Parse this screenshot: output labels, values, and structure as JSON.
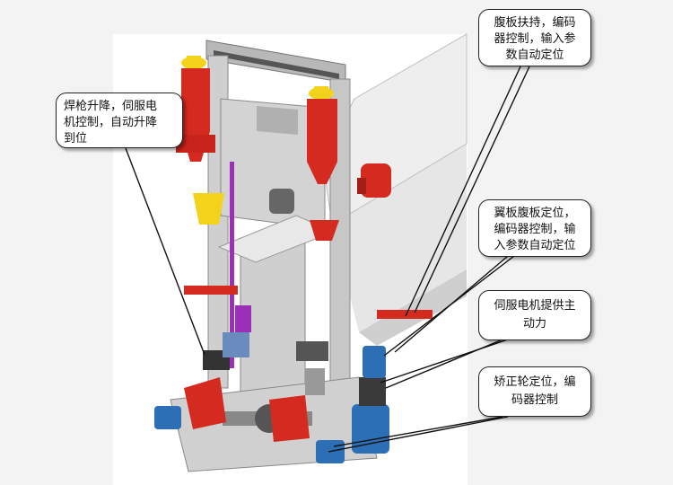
{
  "callouts": {
    "weld_gun_lift": "焊枪升降，伺服电\n机控制，自动升降\n到位",
    "web_clamp": "腹板扶持，编码\n器控制，输入参\n数自动定位",
    "flange_web_position": "翼板腹板定位，\n编码器控制，输\n入参数自动定位",
    "servo_power": "伺服电机提供主\n动力",
    "straightening_wheel": "矫正轮定位，编\n码器控制"
  },
  "colors": {
    "machine_red": "#d42a1f",
    "machine_gray": "#c9c9c9",
    "machine_blue": "#2d6fb4",
    "accent_yellow": "#f2d21b",
    "accent_purple": "#9b2fb5",
    "leader_black": "#111111"
  }
}
